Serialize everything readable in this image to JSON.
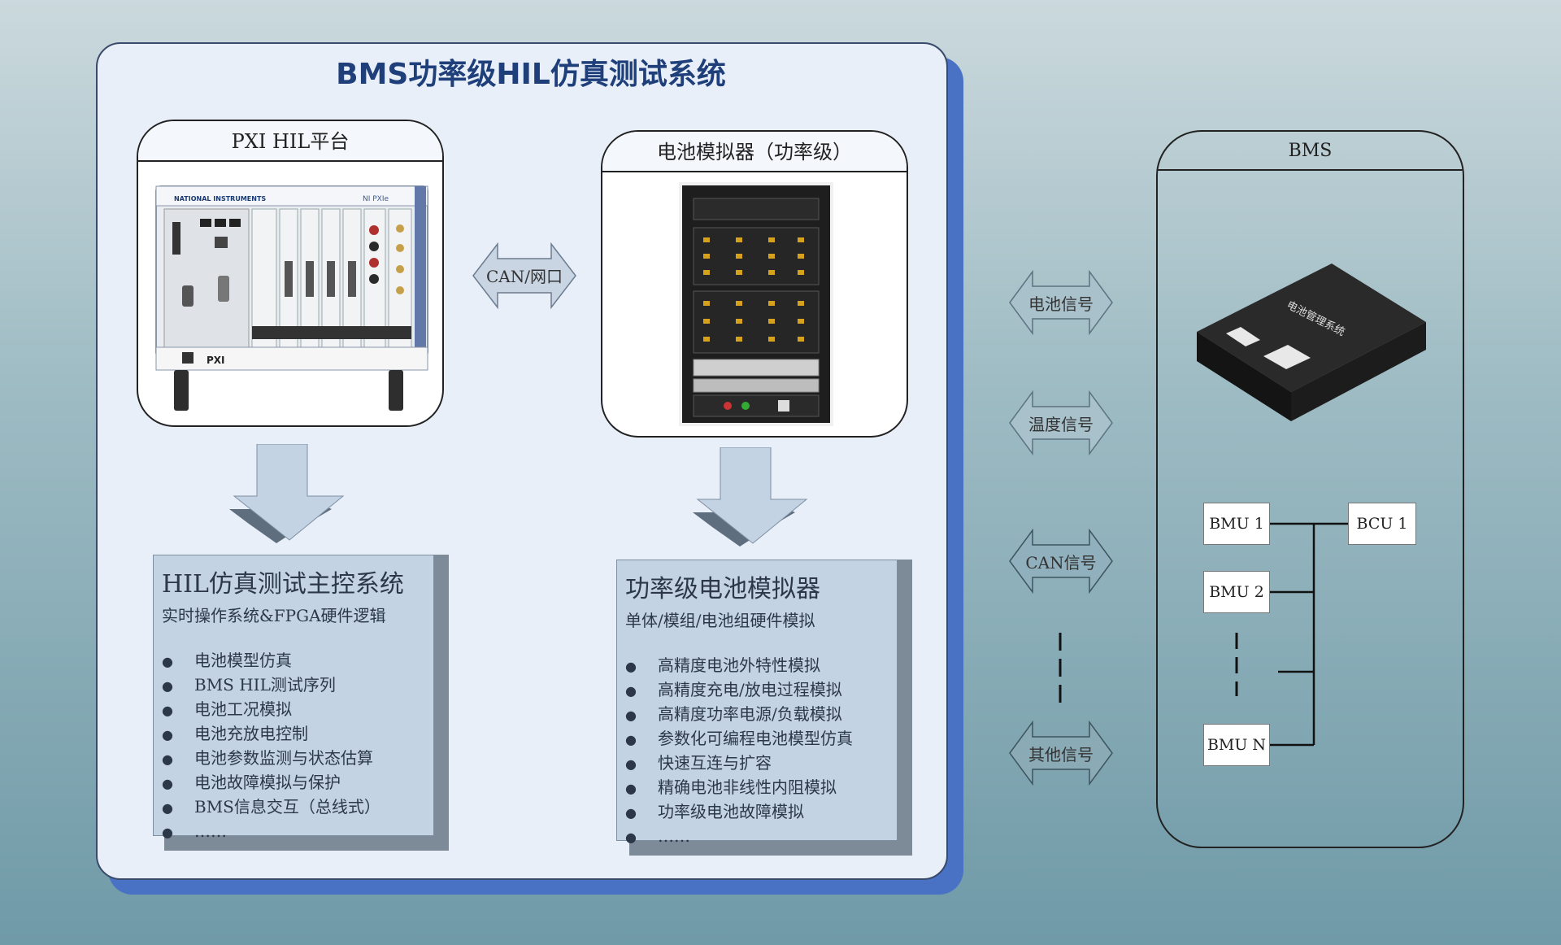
{
  "title": "BMS功率级HIL仿真测试系统",
  "pxi": {
    "header": "PXI HIL平台",
    "chassis_brand": "NATIONAL INSTRUMENTS",
    "chassis_model": "NI PXIe",
    "chassis_logo": "PXI"
  },
  "simulator": {
    "header": "电池模拟器（功率级）"
  },
  "bms": {
    "header": "BMS",
    "device_label": "电池管理系统",
    "units": {
      "bmu1": "BMU 1",
      "bmu2": "BMU 2",
      "bmun": "BMU N",
      "bcu1": "BCU 1"
    }
  },
  "links": {
    "can_net": "CAN/网口",
    "battery_signal": "电池信号",
    "temp_signal": "温度信号",
    "can_signal": "CAN信号",
    "other_signal": "其他信号"
  },
  "hil_panel": {
    "title": "HIL仿真测试主控系统",
    "subtitle": "实时操作系统&FPGA硬件逻辑",
    "items": [
      "电池模型仿真",
      "BMS HIL测试序列",
      "电池工况模拟",
      "电池充放电控制",
      "电池参数监测与状态估算",
      "电池故障模拟与保护",
      "BMS信息交互（总线式）",
      "……"
    ]
  },
  "sim_panel": {
    "title": "功率级电池模拟器",
    "subtitle": "单体/模组/电池组硬件模拟",
    "items": [
      "高精度电池外特性模拟",
      "高精度充电/放电过程模拟",
      "高精度功率电源/负载模拟",
      "参数化可编程电池模型仿真",
      "快速互连与扩容",
      "精确电池非线性内阻模拟",
      "功率级电池故障模拟",
      "……"
    ]
  },
  "bullet": "●",
  "colors": {
    "accent": "#1f3f7a",
    "panel": "#e8eff8",
    "shadow": "#4a72c4",
    "block": "#c3d3e4"
  }
}
